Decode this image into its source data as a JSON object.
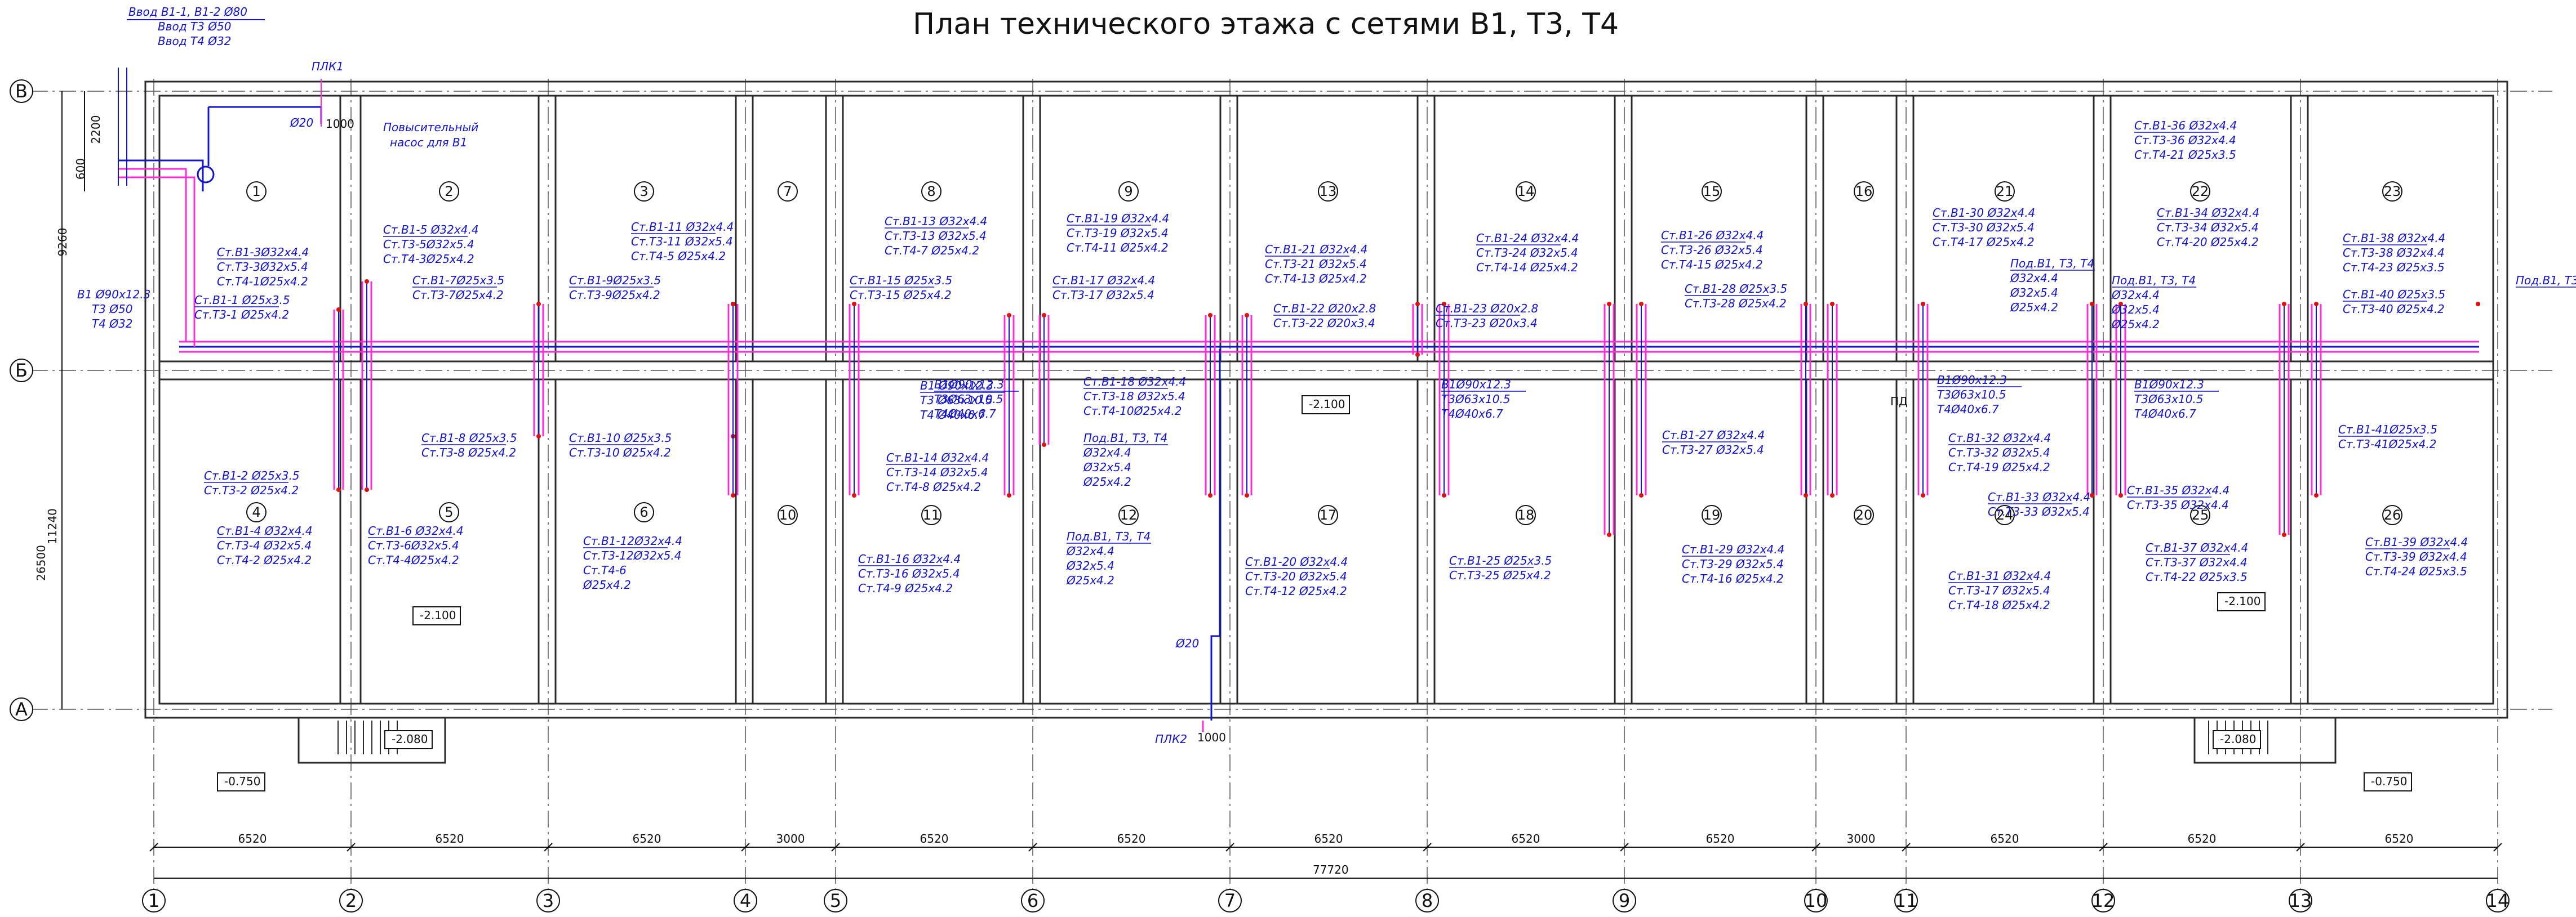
{
  "title": "План технического этажа с сетями В1, Т3, Т4",
  "colors": {
    "background": "#ffffff",
    "walls": "#2b2b2b",
    "annotations": "#1414c8",
    "hot_water": "#ff2bd6",
    "cold_water": "#1414c8",
    "risers": "#e01010"
  },
  "inlet": {
    "lines": [
      "Ввод В1-1, В1-2 Ø80",
      "Ввод Т3 Ø50",
      "Ввод Т4 Ø32"
    ]
  },
  "plk1": "ПЛК1",
  "plk2": "ПЛК2",
  "pump": [
    "Повысительный",
    "насос для В1"
  ],
  "dia20_top": "Ø20",
  "dia20_mid": "Ø20",
  "dim_1000_top": "1000",
  "dim_1000_bot": "1000",
  "left_inlet": [
    "В1 Ø90х12.3",
    "Т3 Ø50",
    "Т4 Ø32"
  ],
  "pd": "ПД",
  "axes_rows": [
    "В",
    "Б",
    "А"
  ],
  "axes_cols": [
    "1",
    "2",
    "3",
    "4",
    "5",
    "6",
    "7",
    "8",
    "9",
    "10",
    "11",
    "12",
    "13",
    "14"
  ],
  "rooms": [
    "1",
    "2",
    "3",
    "7",
    "8",
    "9",
    "13",
    "14",
    "15",
    "16",
    "21",
    "22",
    "23",
    "4",
    "5",
    "6",
    "10",
    "11",
    "12",
    "17",
    "18",
    "19",
    "20",
    "24",
    "25",
    "26"
  ],
  "left_dims": [
    "2200",
    "600",
    "9260",
    "26500",
    "11240"
  ],
  "bay_dims": [
    "6520",
    "6520",
    "6520",
    "3000",
    "6520",
    "6520",
    "6520",
    "6520",
    "6520",
    "3000",
    "6520",
    "6520",
    "6520"
  ],
  "total_dim": "77720",
  "levels": [
    "-2.100",
    "-2.100",
    "-2.100",
    "-2.080",
    "-2.080",
    "-0.750",
    "-0.750"
  ],
  "labels": [
    {
      "lines": [
        "Ст.В1-3Ø32х4.4",
        "Ст.Т3-3Ø32х5.4",
        "Ст.Т4-1Ø25х4.2"
      ]
    },
    {
      "lines": [
        "Ст.В1-5 Ø32х4.4",
        "Ст.Т3-5Ø32х5.4",
        "Ст.Т4-3Ø25х4.2"
      ]
    },
    {
      "lines": [
        "Ст.В1-11 Ø32х4.4",
        "Ст.Т3-11 Ø32х5.4",
        "Ст.Т4-5 Ø25х4.2"
      ]
    },
    {
      "lines": [
        "Ст.В1-13 Ø32х4.4",
        "Ст.Т3-13 Ø32х5.4",
        "Ст.Т4-7 Ø25х4.2"
      ]
    },
    {
      "lines": [
        "Ст.В1-19 Ø32х4.4",
        "Ст.Т3-19 Ø32х5.4",
        "Ст.Т4-11 Ø25х4.2"
      ]
    },
    {
      "lines": [
        "Ст.В1-21 Ø32х4.4",
        "Ст.Т3-21 Ø32х5.4",
        "Ст.Т4-13 Ø25х4.2"
      ]
    },
    {
      "lines": [
        "Ст.В1-24 Ø32х4.4",
        "Ст.Т3-24 Ø32х5.4",
        "Ст.Т4-14 Ø25х4.2"
      ]
    },
    {
      "lines": [
        "Ст.В1-26 Ø32х4.4",
        "Ст.Т3-26 Ø32х5.4",
        "Ст.Т4-15 Ø25х4.2"
      ]
    },
    {
      "lines": [
        "Ст.В1-30 Ø32х4.4",
        "Ст.Т3-30 Ø32х5.4",
        "Ст.Т4-17 Ø25х4.2"
      ]
    },
    {
      "lines": [
        "Ст.В1-34 Ø32х4.4",
        "Ст.Т3-34 Ø32х5.4",
        "Ст.Т4-20 Ø25х4.2"
      ]
    },
    {
      "lines": [
        "Ст.В1-36 Ø32х4.4",
        "Ст.Т3-36 Ø32х4.4",
        "Ст.Т4-21 Ø25х3.5"
      ]
    },
    {
      "lines": [
        "Ст.В1-38 Ø32х4.4",
        "Ст.Т3-38 Ø32х4.4",
        "Ст.Т4-23 Ø25х3.5"
      ]
    },
    {
      "lines": [
        "Ст.В1-1 Ø25х3.5",
        "Ст.Т3-1 Ø25х4.2"
      ]
    },
    {
      "lines": [
        "Ст.В1-7Ø25х3.5",
        "Ст.Т3-7Ø25х4.2"
      ]
    },
    {
      "lines": [
        "Ст.В1-9Ø25х3.5",
        "Ст.Т3-9Ø25х4.2"
      ]
    },
    {
      "lines": [
        "Ст.В1-15 Ø25х3.5",
        "Ст.Т3-15 Ø25х4.2"
      ]
    },
    {
      "lines": [
        "Ст.В1-17 Ø32х4.4",
        "Ст.Т3-17 Ø32х5.4"
      ]
    },
    {
      "lines": [
        "Ст.В1-22 Ø20х2.8",
        "Ст.Т3-22 Ø20х3.4"
      ]
    },
    {
      "lines": [
        "Ст.В1-23 Ø20х2.8",
        "Ст.Т3-23 Ø20х3.4"
      ]
    },
    {
      "lines": [
        "Ст.В1-28 Ø25х3.5",
        "Ст.Т3-28 Ø25х4.2"
      ]
    },
    {
      "lines": [
        "Ст.В1-40 Ø25х3.5",
        "Ст.Т3-40 Ø25х4.2"
      ]
    },
    {
      "lines": [
        "Под.В1, Т3, Т4",
        "Ø32х4.4",
        "Ø32х5.4",
        "Ø25х4.2"
      ]
    },
    {
      "lines": [
        "Под.В1, Т3, Т4",
        "Ø32х4.4",
        "Ø32х5.4",
        "Ø25х4.2"
      ]
    },
    {
      "lines": [
        "Под.В1, Т3"
      ]
    },
    {
      "lines": [
        "В1 Ø90х12.3",
        "Т3 Ø63х10.5",
        "Т4 Ø40х6.7"
      ]
    },
    {
      "lines": [
        "В1Ø90х12.3",
        "Т3Ø63х10.5",
        "Т4Ø40х6.7"
      ]
    },
    {
      "lines": [
        "В1Ø90х12.3",
        "Т3Ø63х10.5",
        "Т4Ø40х6.7"
      ]
    },
    {
      "lines": [
        "В1Ø90х12.3",
        "Т3Ø63х10.5",
        "Т4Ø40х6.7"
      ]
    },
    {
      "lines": [
        "В1Ø90х12.3",
        "Т3Ø63х10.5",
        "Т4Ø40х6.7"
      ]
    },
    {
      "lines": [
        "Ст.В1-18 Ø32х4.4",
        "Ст.Т3-18 Ø32х5.4",
        "Ст.Т4-10Ø25х4.2"
      ]
    },
    {
      "lines": [
        "Под.В1, Т3, Т4",
        "Ø32х4.4",
        "Ø32х5.4",
        "Ø25х4.2"
      ]
    },
    {
      "lines": [
        "Ст.В1-2 Ø25х3.5",
        "Ст.Т3-2 Ø25х4.2"
      ]
    },
    {
      "lines": [
        "Ст.В1-8 Ø25х3.5",
        "Ст.Т3-8 Ø25х4.2"
      ]
    },
    {
      "lines": [
        "Ст.В1-10 Ø25х3.5",
        "Ст.Т3-10 Ø25х4.2"
      ]
    },
    {
      "lines": [
        "Ст.В1-14 Ø32х4.4",
        "Ст.Т3-14 Ø32х5.4",
        "Ст.Т4-8 Ø25х4.2"
      ]
    },
    {
      "lines": [
        "Ст.В1-27 Ø32х4.4",
        "Ст.Т3-27 Ø32х5.4"
      ]
    },
    {
      "lines": [
        "Ст.В1-32 Ø32х4.4",
        "Ст.Т3-32 Ø32х5.4",
        "Ст.Т4-19 Ø25х4.2"
      ]
    },
    {
      "lines": [
        "Ст.В1-33 Ø32х4.4",
        "Ст.Т3-33 Ø32х5.4"
      ]
    },
    {
      "lines": [
        "Ст.В1-35 Ø32х4.4",
        "Ст.Т3-35 Ø32х4.4"
      ]
    },
    {
      "lines": [
        "Ст.В1-41Ø25х3.5",
        "Ст.Т3-41Ø25х4.2"
      ]
    },
    {
      "lines": [
        "Ст.В1-4 Ø32х4.4",
        "Ст.Т3-4 Ø32х5.4",
        "Ст.Т4-2 Ø25х4.2"
      ]
    },
    {
      "lines": [
        "Ст.В1-6 Ø32х4.4",
        "Ст.Т3-6Ø32х5.4",
        "Ст.Т4-4Ø25х4.2"
      ]
    },
    {
      "lines": [
        "Ст.В1-12Ø32х4.4",
        "Ст.Т3-12Ø32х5.4",
        "Ст.Т4-6",
        "Ø25х4.2"
      ]
    },
    {
      "lines": [
        "Ст.В1-16 Ø32х4.4",
        "Ст.Т3-16 Ø32х5.4",
        "Ст.Т4-9 Ø25х4.2"
      ]
    },
    {
      "lines": [
        "Под.В1, Т3, Т4",
        "Ø32х4.4",
        "Ø32х5.4",
        "Ø25х4.2"
      ]
    },
    {
      "lines": [
        "Ст.В1-20 Ø32х4.4",
        "Ст.Т3-20 Ø32х5.4",
        "Ст.Т4-12 Ø25х4.2"
      ]
    },
    {
      "lines": [
        "Ст.В1-25 Ø25х3.5",
        "Ст.Т3-25 Ø25х4.2"
      ]
    },
    {
      "lines": [
        "Ст.В1-29 Ø32х4.4",
        "Ст.Т3-29 Ø32х5.4",
        "Ст.Т4-16 Ø25х4.2"
      ]
    },
    {
      "lines": [
        "Ст.В1-31 Ø32х4.4",
        "Ст.Т3-17 Ø32х5.4",
        "Ст.Т4-18 Ø25х4.2"
      ]
    },
    {
      "lines": [
        "Ст.В1-37 Ø32х4.4",
        "Ст.Т3-37 Ø32х4.4",
        "Ст.Т4-22 Ø25х3.5"
      ]
    },
    {
      "lines": [
        "Ст.В1-39 Ø32х4.4",
        "Ст.Т3-39 Ø32х4.4",
        "Ст.Т4-24 Ø25х3.5"
      ]
    }
  ]
}
